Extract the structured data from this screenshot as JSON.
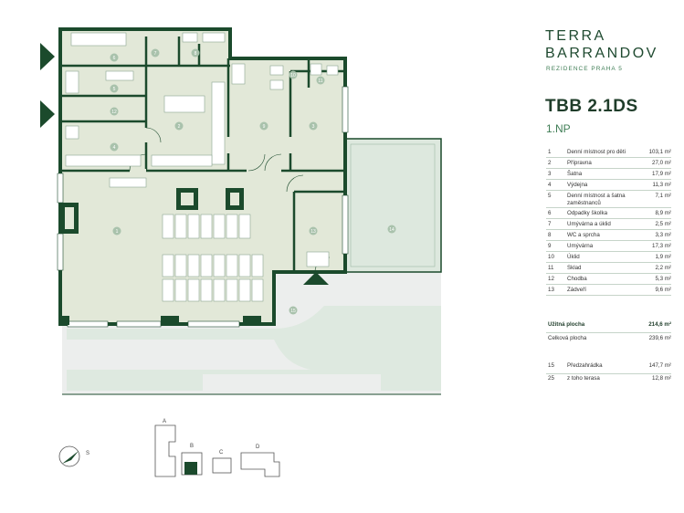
{
  "brand": {
    "line1": "TERRA",
    "line2": "BARRANDOV",
    "subtitle": "REZIDENCE PRAHA 5"
  },
  "unit": {
    "code": "TBB 2.1DS",
    "floor": "1.NP"
  },
  "rooms": [
    {
      "no": "1",
      "name": "Denní místnost pro děti",
      "area": "103,1 m²"
    },
    {
      "no": "2",
      "name": "Přípravna",
      "area": "27,0 m²"
    },
    {
      "no": "3",
      "name": "Šatna",
      "area": "17,9 m²"
    },
    {
      "no": "4",
      "name": "Výdejna",
      "area": "11,3 m²"
    },
    {
      "no": "5",
      "name": "Denní místnost a šatna zaměstnanců",
      "area": "7,1 m²"
    },
    {
      "no": "6",
      "name": "Odpadky školka",
      "area": "8,9 m²"
    },
    {
      "no": "7",
      "name": "Umývárna a úklid",
      "area": "2,5 m²"
    },
    {
      "no": "8",
      "name": "WC a sprcha",
      "area": "3,3 m²"
    },
    {
      "no": "9",
      "name": "Umývárna",
      "area": "17,3 m²"
    },
    {
      "no": "10",
      "name": "Úklid",
      "area": "1,9 m²"
    },
    {
      "no": "11",
      "name": "Sklad",
      "area": "2,2 m²"
    },
    {
      "no": "12",
      "name": "Chodba",
      "area": "5,3 m²"
    },
    {
      "no": "13",
      "name": "Zádveří",
      "area": "9,6 m²"
    }
  ],
  "totals": {
    "usable_label": "Užitná plocha",
    "usable_value": "214,6 m²",
    "total_label": "Celková plocha",
    "total_value": "239,6 m²"
  },
  "extras": [
    {
      "no": "15",
      "name": "Předzahrádka",
      "area": "147,7 m²"
    },
    {
      "no": "25",
      "name": "z toho terasa",
      "area": "12,8 m²"
    }
  ],
  "plan_labels": {
    "r1": "1",
    "r2": "2",
    "r3": "3",
    "r4": "4",
    "r5": "5",
    "r6": "6",
    "r7": "7",
    "r8": "8",
    "r9": "9",
    "r10": "10",
    "r11": "11",
    "r12": "12",
    "r13": "13",
    "r14": "14",
    "r15": "15"
  },
  "keymap": {
    "a": "A",
    "b": "B",
    "c": "C",
    "d": "D"
  },
  "compass": {
    "label": "S"
  },
  "colors": {
    "wall": "#1b4a2c",
    "room": "#e2e8d8",
    "garden": "#dde8de",
    "paving": "#eceeed",
    "accent": "#3f7d55"
  }
}
